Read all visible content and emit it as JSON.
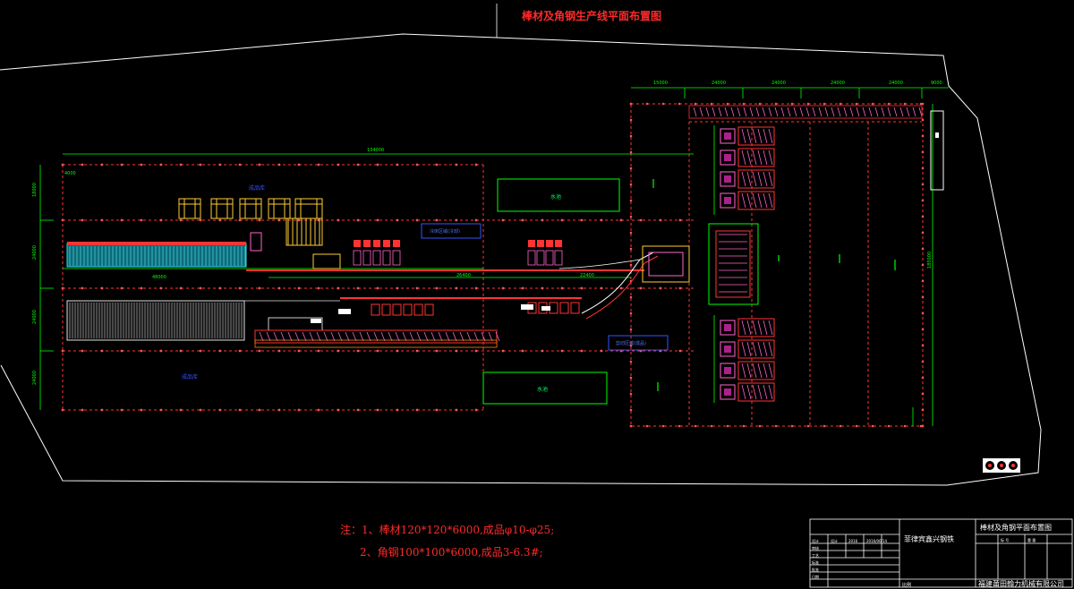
{
  "drawing": {
    "title": "棒材及角钢生产线平面布置图"
  },
  "areas": {
    "raw_storage": "成品库",
    "finish_storage": "成品库",
    "water_1": "水池",
    "water_2": "水池",
    "cooling_label": "冷床区域(冷却)",
    "shearing_label": "剪切区域(成品)"
  },
  "dimensions": {
    "total_length": "134000",
    "left_offset": "4000",
    "top_d1": "15000",
    "top_d2": "24000",
    "top_d3": "24000",
    "top_d4": "24000",
    "top_d5": "24000",
    "top_d6": "9000",
    "vertical_right": "185000",
    "left_v1": "18000",
    "left_v2": "24000",
    "left_v3": "24000",
    "left_v4": "24000",
    "mid_span": "48000",
    "sub1": "26400",
    "sub2": "22400"
  },
  "notes": {
    "line1": "注：1、棒材120*120*6000,成品φ10-φ25;",
    "line2": "2、角钢100*100*6000,成品3-6.3#;"
  },
  "title_block": {
    "client": "菲律宾鑫兴钢铁",
    "drawing_name": "棒材及角钢平面布置图",
    "company": "福建莆田翰力机械有限公司",
    "scale_label": "比例",
    "date": "2016/06/14",
    "col_labels": [
      "设计",
      "审核",
      "工艺",
      "标准",
      "批准",
      "日期"
    ],
    "cells": [
      "设计",
      "2016",
      "标 号",
      "重 量"
    ]
  },
  "colors": {
    "frame": "#ffffff",
    "grid": "#ff3333",
    "dim": "#00ff00",
    "equip_yellow": "#ffcc33",
    "cyan": "#22bbcc",
    "magenta": "#ff33ff",
    "blue_text": "#3355ff"
  }
}
